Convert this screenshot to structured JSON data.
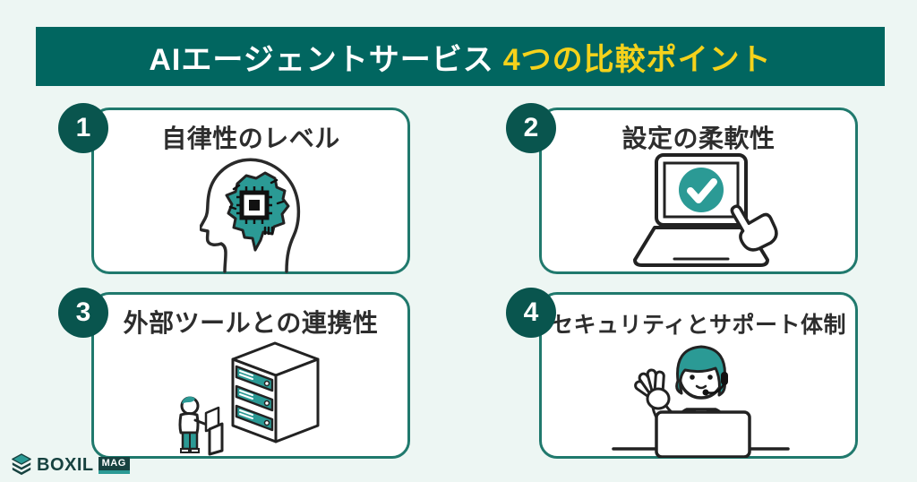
{
  "banner": {
    "title_white": "AIエージェントサービス",
    "title_yellow": "4つの比較ポイント"
  },
  "cards": [
    {
      "number": "1",
      "title": "自律性のレベル",
      "icon": "brain-chip-icon"
    },
    {
      "number": "2",
      "title": "設定の柔軟性",
      "icon": "laptop-check-icon"
    },
    {
      "number": "3",
      "title": "外部ツールとの連携性",
      "icon": "server-person-icon"
    },
    {
      "number": "4",
      "title": "セキュリティとサポート体制",
      "icon": "support-agent-icon"
    }
  ],
  "footer": {
    "brand": "BOXIL",
    "badge": "MAG"
  },
  "colors": {
    "background": "#edf6f3",
    "banner_bg": "#016660",
    "banner_yellow": "#f5d21b",
    "badge_circle": "#09554e",
    "card_border": "#20796d",
    "illustration_teal": "#2b9a95",
    "outline": "#222222",
    "logo_dark": "#174240"
  }
}
